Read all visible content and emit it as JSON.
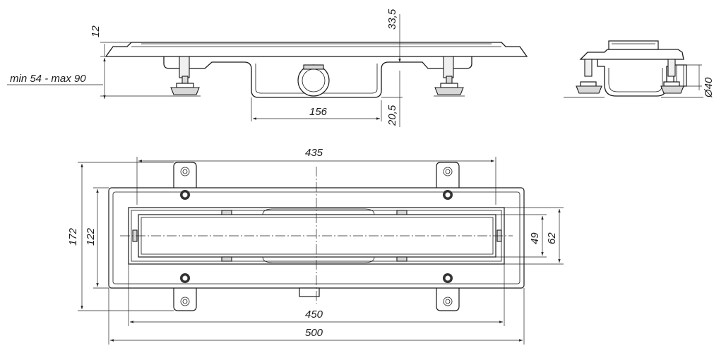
{
  "dimensions": {
    "side_flange_thickness": "12",
    "side_total_height": "33,5",
    "side_adjust_range": "min 54 - max 90",
    "side_outlet_width": "156",
    "side_outlet_height": "20,5",
    "end_outlet_diameter": "Ø40",
    "top_mount_spacing": "435",
    "top_total_width": "172",
    "top_frame_width": "122",
    "top_grate_width": "49",
    "top_channel_width": "62",
    "top_frame_length": "450",
    "top_total_length": "500"
  }
}
